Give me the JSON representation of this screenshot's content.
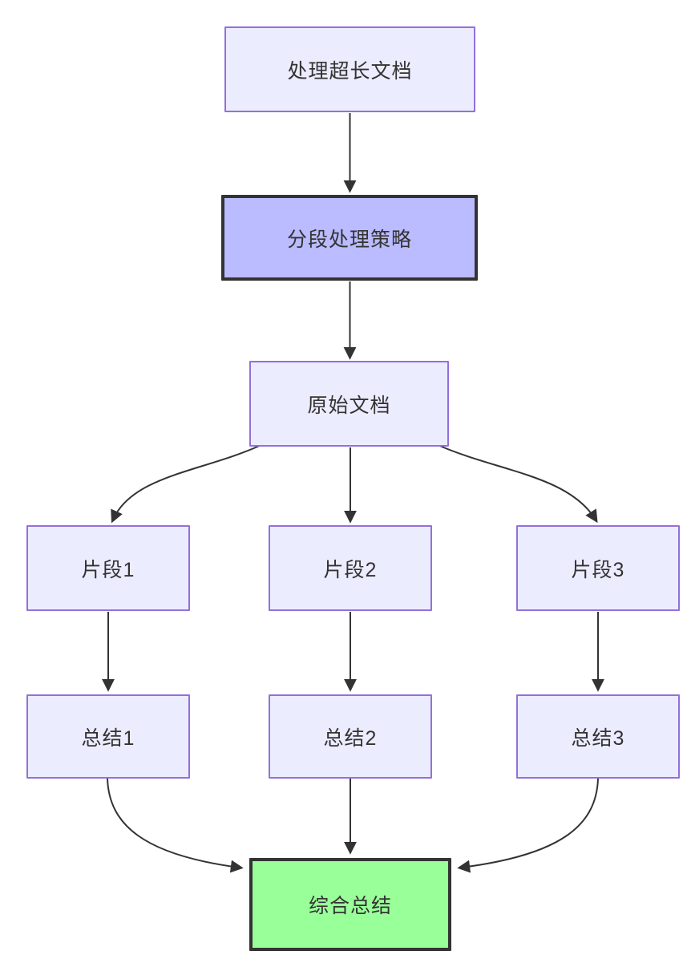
{
  "nodes": {
    "task": {
      "label": "处理超长文档"
    },
    "strategy": {
      "label": "分段处理策略"
    },
    "doc": {
      "label": "原始文档"
    },
    "frag1": {
      "label": "片段1"
    },
    "frag2": {
      "label": "片段2"
    },
    "frag3": {
      "label": "片段3"
    },
    "sum1": {
      "label": "总结1"
    },
    "sum2": {
      "label": "总结2"
    },
    "sum3": {
      "label": "总结3"
    },
    "final": {
      "label": "综合总结"
    }
  },
  "colors": {
    "background": "#FFFFFF",
    "node_fill": "#ECECFF",
    "node_border": "#9370DB",
    "highlight_fill": "#BBBBFF",
    "highlight_border": "#333333",
    "success_fill": "#99FF99",
    "success_border": "#333333",
    "edge": "#333333",
    "text": "#333333"
  }
}
